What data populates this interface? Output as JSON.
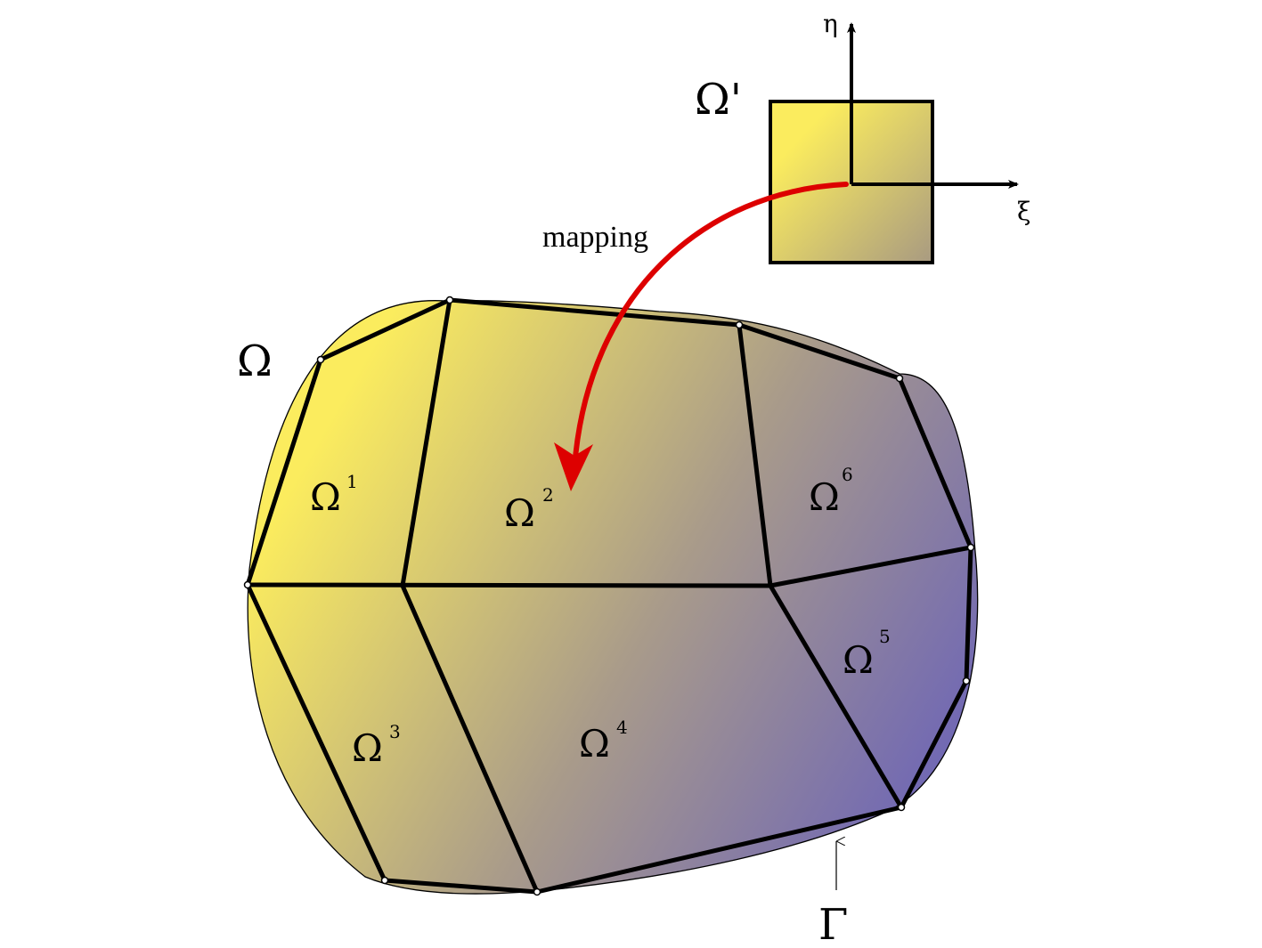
{
  "labels": {
    "domain": "Ω",
    "reference": "Ω'",
    "boundary": "Γ",
    "mapping": "mapping",
    "axis_xi": "ξ",
    "axis_eta": "η"
  },
  "subdomains": [
    {
      "symbol": "Ω",
      "index": "1"
    },
    {
      "symbol": "Ω",
      "index": "2"
    },
    {
      "symbol": "Ω",
      "index": "3"
    },
    {
      "symbol": "Ω",
      "index": "4"
    },
    {
      "symbol": "Ω",
      "index": "5"
    },
    {
      "symbol": "Ω",
      "index": "6"
    }
  ],
  "colors": {
    "gradient_start": "#fbec5e",
    "gradient_end": "#6b63b8",
    "mapping_arrow": "#dd0000",
    "edges": "#000000"
  }
}
